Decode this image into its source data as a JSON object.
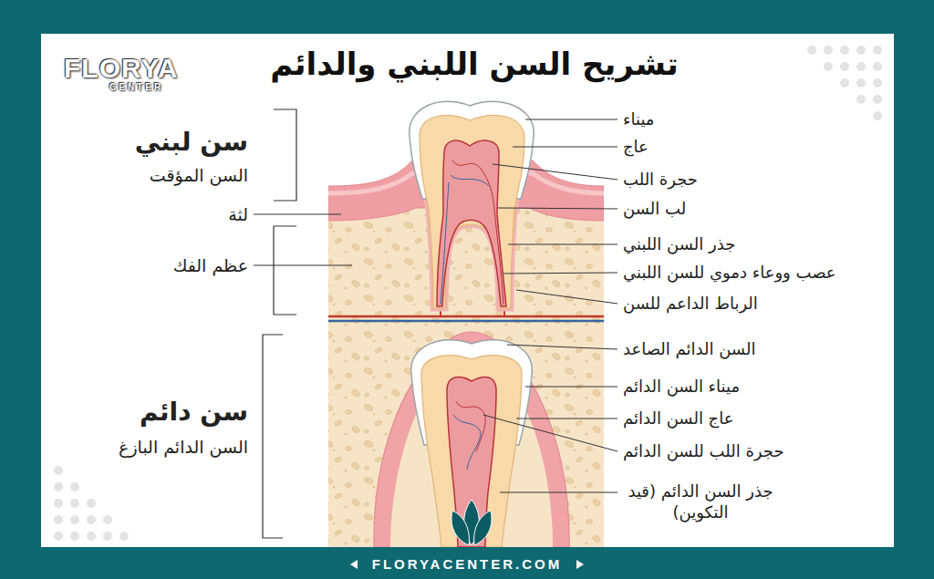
{
  "diagram": {
    "title": "تشريح السن اللبني والدائم",
    "labels": [
      "FLORYA",
      "CENTER",
      "سن لبني",
      "السن المؤقت",
      "لثة",
      "عظم الفك",
      "سن دائم",
      "السن الدائم البازغ",
      "ميناء",
      "عاج",
      "حجرة اللب",
      "لب السن",
      "جذر السن اللبني",
      "عصب ووعاء دموي للسن اللبني",
      "الرباط الداعم للسن",
      "السن الدائم الصاعد",
      "ميناء السن الدائم",
      "عاج السن الدائم",
      "حجرة اللب للسن الدائم",
      "جذر السن الدائم (قيد التكوين)",
      "FLORYACENTER.COM"
    ]
  }
}
